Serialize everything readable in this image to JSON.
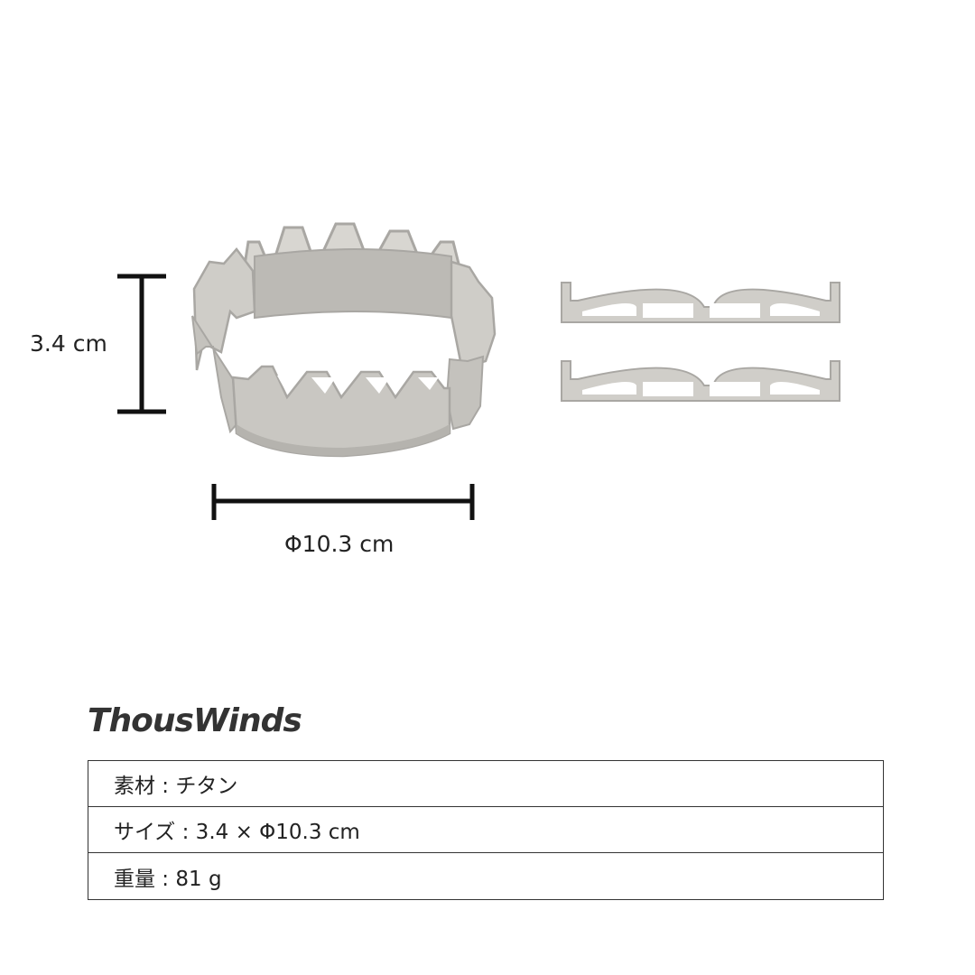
{
  "dimensions": {
    "height_label": "3.4 cm",
    "diameter_label": "Φ10.3 cm"
  },
  "brand": "ThousWinds",
  "specs": [
    {
      "text": "素材 : チタン"
    },
    {
      "text": "サイズ : 3.4 × Φ10.3 cm"
    },
    {
      "text": "重量 : 81 g"
    }
  ],
  "colors": {
    "metal": "#c9c7c2",
    "metal_dark": "#a9a7a3",
    "ink": "#111111",
    "border": "#333333"
  }
}
